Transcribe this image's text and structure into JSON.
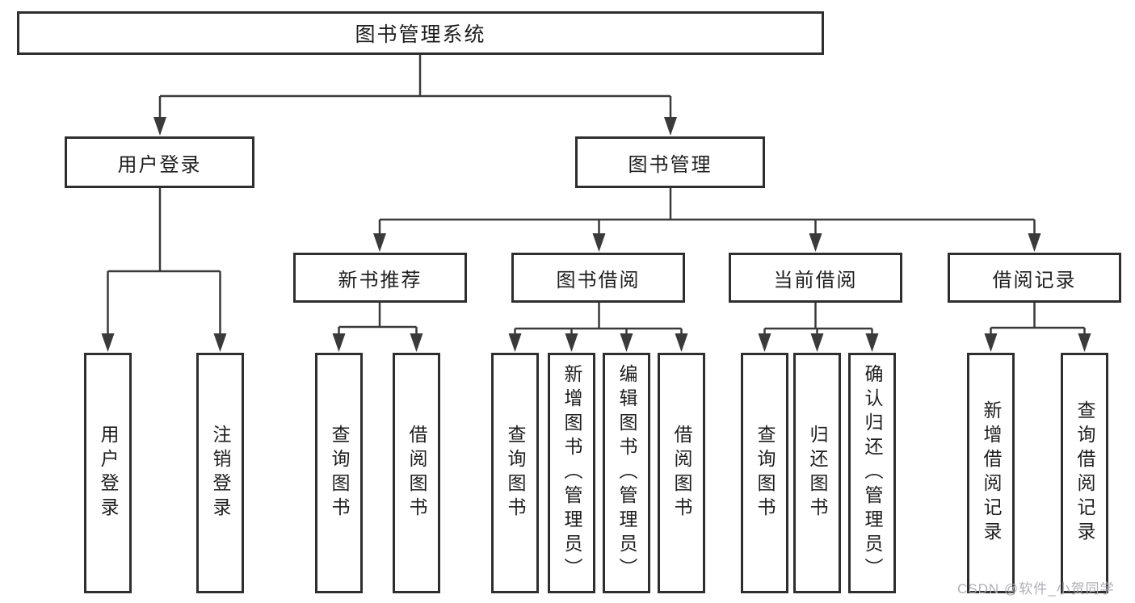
{
  "diagram_title": "图书管理系统",
  "watermark": "CSDN @软件_小贺同学",
  "colors": {
    "line": "#3a3a3a",
    "border": "#2e2e2e",
    "text": "#1e1e1e",
    "watermark": "#acacb2",
    "background": "#ffffff"
  },
  "nodes": {
    "root": {
      "label": "图书管理系统"
    },
    "user_login": {
      "label": "用户登录"
    },
    "book_mgmt": {
      "label": "图书管理"
    },
    "user_login_leaf": {
      "label": "用户登录"
    },
    "logout_leaf": {
      "label": "注销登录"
    },
    "new_books": {
      "label": "新书推荐"
    },
    "book_borrow": {
      "label": "图书借阅"
    },
    "current_borrow": {
      "label": "当前借阅"
    },
    "borrow_records": {
      "label": "借阅记录"
    },
    "nb_query": {
      "label": "查询图书"
    },
    "nb_borrow": {
      "label": "借阅图书"
    },
    "bb_query": {
      "label": "查询图书"
    },
    "bb_add": {
      "label": "新增图书（管理员）"
    },
    "bb_edit": {
      "label": "编辑图书（管理员）"
    },
    "bb_borrow": {
      "label": "借阅图书"
    },
    "cb_query": {
      "label": "查询图书"
    },
    "cb_return": {
      "label": "归还图书"
    },
    "cb_confirm": {
      "label": "确认归还（管理员）"
    },
    "br_add": {
      "label": "新增借阅记录"
    },
    "br_query": {
      "label": "查询借阅记录"
    }
  },
  "tree": {
    "label": "图书管理系统",
    "children": [
      {
        "label": "用户登录",
        "children": [
          {
            "label": "用户登录"
          },
          {
            "label": "注销登录"
          }
        ]
      },
      {
        "label": "图书管理",
        "children": [
          {
            "label": "新书推荐",
            "children": [
              {
                "label": "查询图书"
              },
              {
                "label": "借阅图书"
              }
            ]
          },
          {
            "label": "图书借阅",
            "children": [
              {
                "label": "查询图书"
              },
              {
                "label": "新增图书（管理员）"
              },
              {
                "label": "编辑图书（管理员）"
              },
              {
                "label": "借阅图书"
              }
            ]
          },
          {
            "label": "当前借阅",
            "children": [
              {
                "label": "查询图书"
              },
              {
                "label": "归还图书"
              },
              {
                "label": "确认归还（管理员）"
              }
            ]
          },
          {
            "label": "借阅记录",
            "children": [
              {
                "label": "新增借阅记录"
              },
              {
                "label": "查询借阅记录"
              }
            ]
          }
        ]
      }
    ]
  }
}
